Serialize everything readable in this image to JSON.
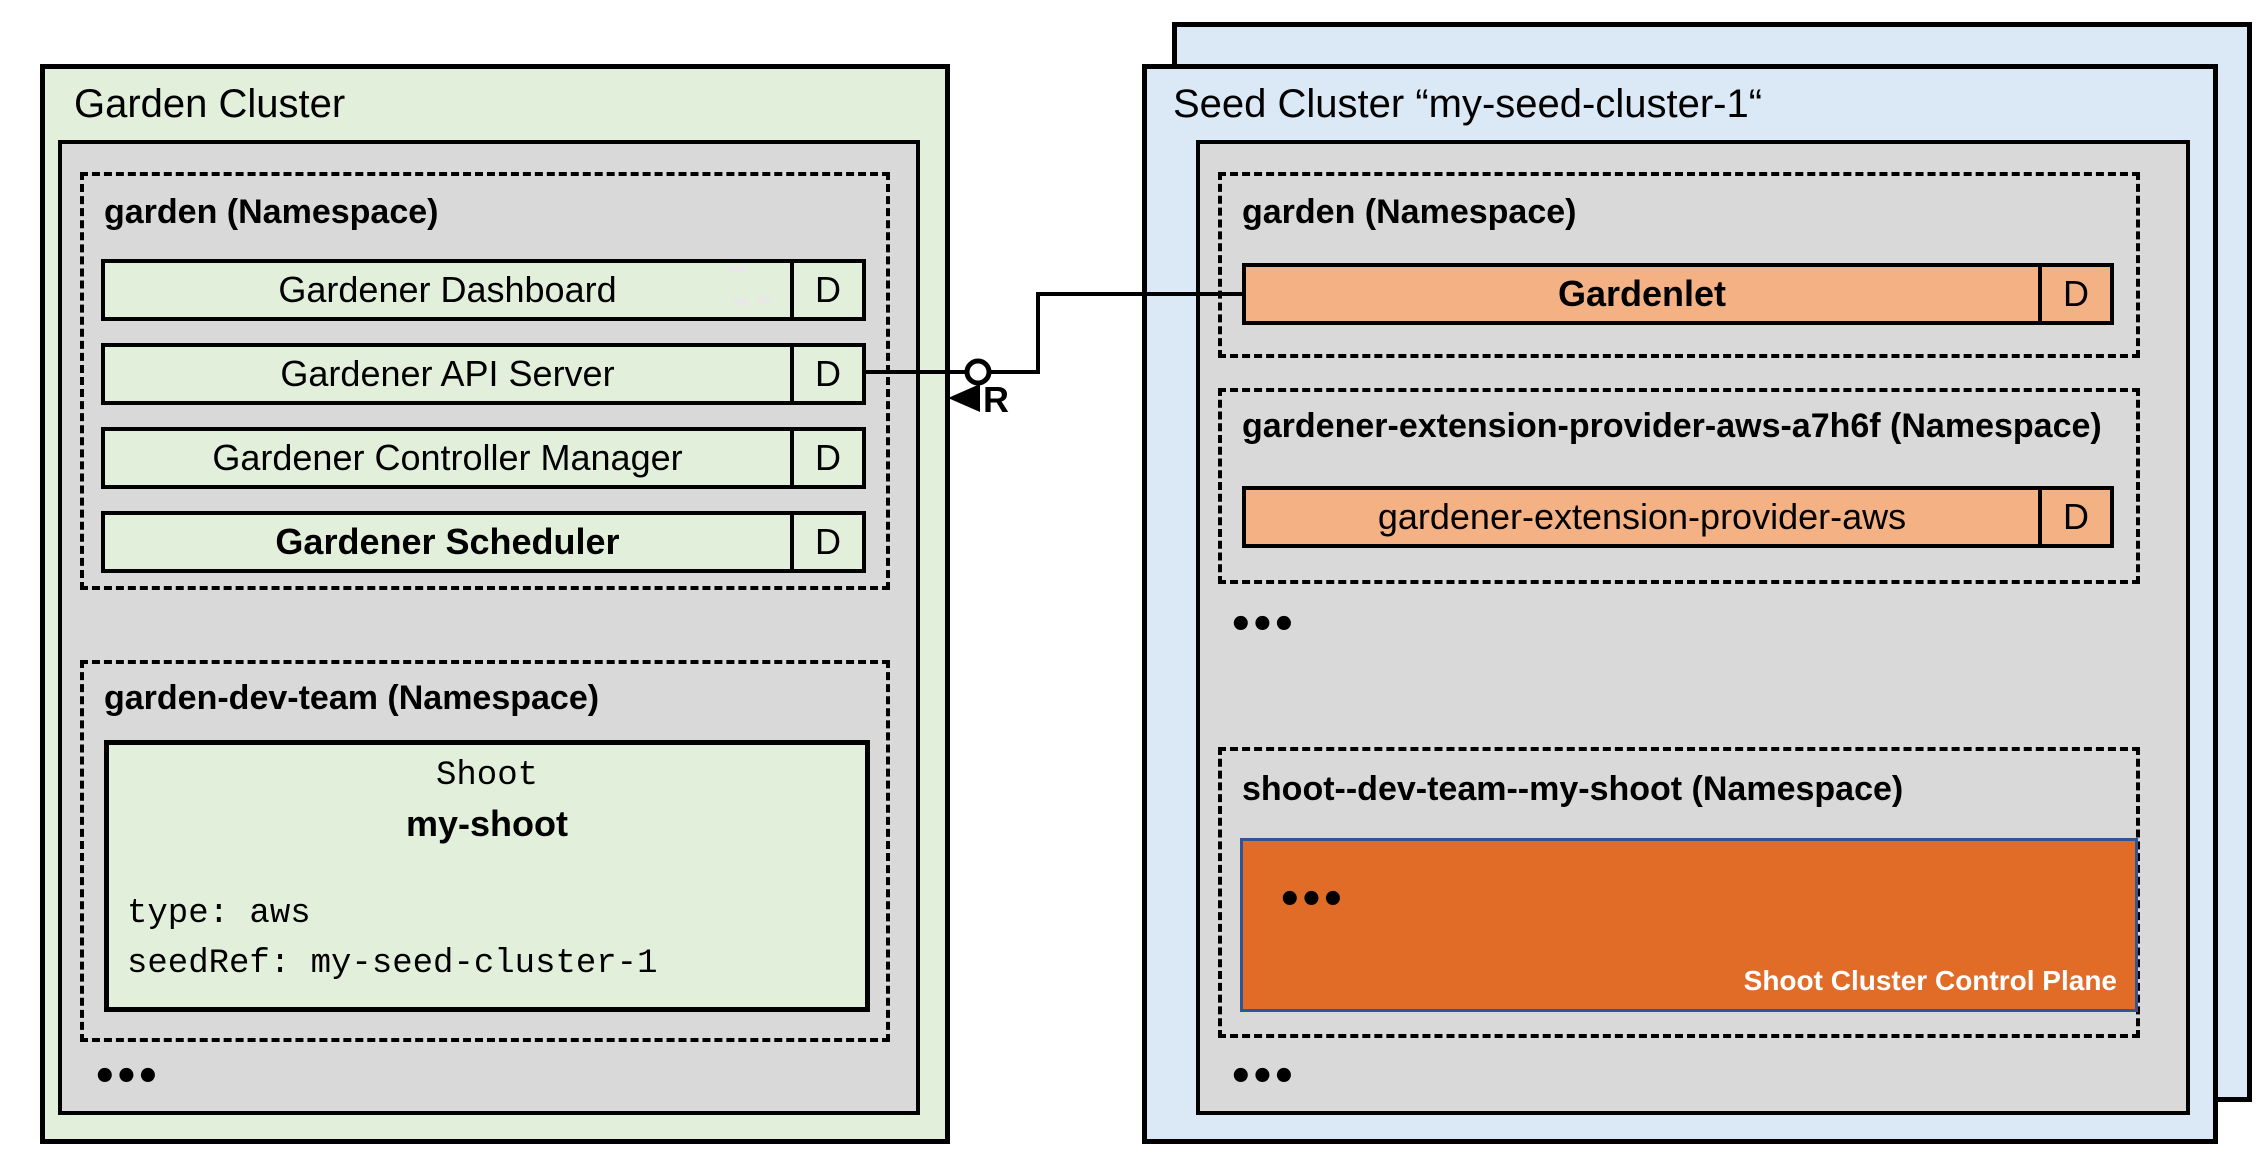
{
  "ellipsis": "•••",
  "colors": {
    "garden_cluster_green": "#e2efda",
    "seed_cluster_blue": "#dbe8f6",
    "namespace_gray": "#d9d9d9",
    "component_orange": "#f4b183",
    "control_plane_orange": "#e16c28",
    "control_plane_border_blue": "#2f5597",
    "border_black": "#000000"
  },
  "garden_cluster": {
    "title": "Garden Cluster",
    "garden_namespace": {
      "label": "garden (Namespace)",
      "components": [
        {
          "name": "Gardener Dashboard",
          "badge": "D"
        },
        {
          "name": "Gardener API Server",
          "badge": "D"
        },
        {
          "name": "Gardener Controller Manager",
          "badge": "D"
        },
        {
          "name": "Gardener Scheduler",
          "badge": "D"
        }
      ]
    },
    "dev_team_namespace": {
      "label": "garden-dev-team (Namespace)",
      "shoot": {
        "kind": "Shoot",
        "name": "my-shoot",
        "spec": [
          "type: aws",
          "seedRef: my-seed-cluster-1"
        ]
      }
    }
  },
  "seed_cluster": {
    "title": "Seed Cluster “my-seed-cluster-1“",
    "garden_namespace": {
      "label": "garden (Namespace)",
      "component": {
        "name": "Gardenlet",
        "badge": "D"
      }
    },
    "extension_namespace": {
      "label": "gardener-extension-provider-aws-a7h6f (Namespace)",
      "component": {
        "name": "gardener-extension-provider-aws",
        "badge": "D"
      }
    },
    "shoot_namespace": {
      "label": "shoot--dev-team--my-shoot (Namespace)",
      "control_plane_label": "Shoot Cluster Control Plane"
    }
  },
  "connector": {
    "label": "R"
  }
}
